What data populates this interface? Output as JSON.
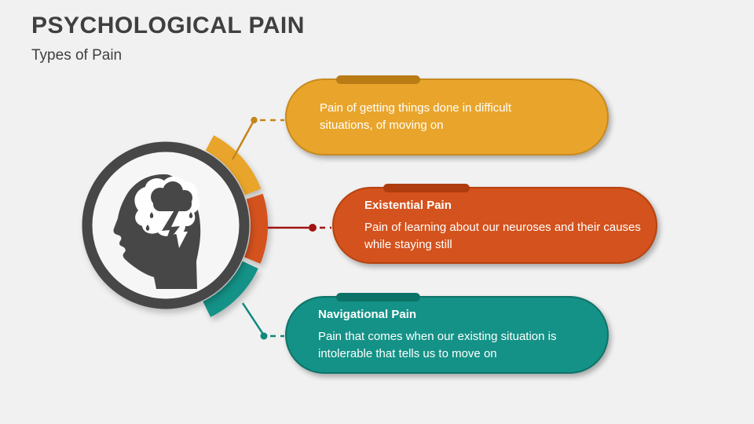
{
  "slide": {
    "title": "PSYCHOLOGICAL PAIN",
    "subtitle": "Types of Pain"
  },
  "icons": {
    "center": "head-with-storm-cloud"
  },
  "colors": {
    "background": "#f1f1f1",
    "heading_text": "#3f3f3f",
    "card_text": "#ffffff",
    "graphite": "#474747",
    "circle_fill": "#f6f6f7",
    "yellow": "#e9a52b",
    "yellow_border": "#c78a1e",
    "yellow_tab": "#b97c15",
    "orange": "#d4521d",
    "orange_border": "#b5430f",
    "orange_tab": "#ae3c0e",
    "teal": "#149287",
    "teal_border": "#0e7369",
    "teal_tab": "#0d7268",
    "connector_yellow": "#c5851a",
    "connector_red": "#a21313",
    "connector_teal": "#12877c"
  },
  "cards": [
    {
      "title": "",
      "body": "Pain of getting things done in difficult situations, of moving on"
    },
    {
      "title": "Existential Pain",
      "body": "Pain of learning about our neuroses and their causes while staying still"
    },
    {
      "title": "Navigational Pain",
      "body": "Pain that comes when our existing situation is intolerable that tells us to move on"
    }
  ]
}
